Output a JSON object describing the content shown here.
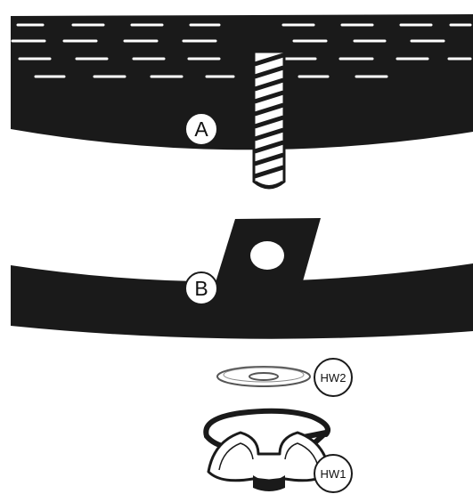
{
  "callouts": {
    "part_a": "A",
    "part_b": "B",
    "hardware_washer": "HW2",
    "hardware_wingnut": "HW1"
  },
  "colors": {
    "ink": "#1a1a1a",
    "paper": "#ffffff",
    "washer_outline": "#6a6a6a"
  },
  "icons": {
    "bolt": "threaded-bolt-icon",
    "washer": "flat-washer-icon",
    "wingnut": "wing-nut-icon",
    "rotate": "rotate-clockwise-arrow-icon"
  }
}
